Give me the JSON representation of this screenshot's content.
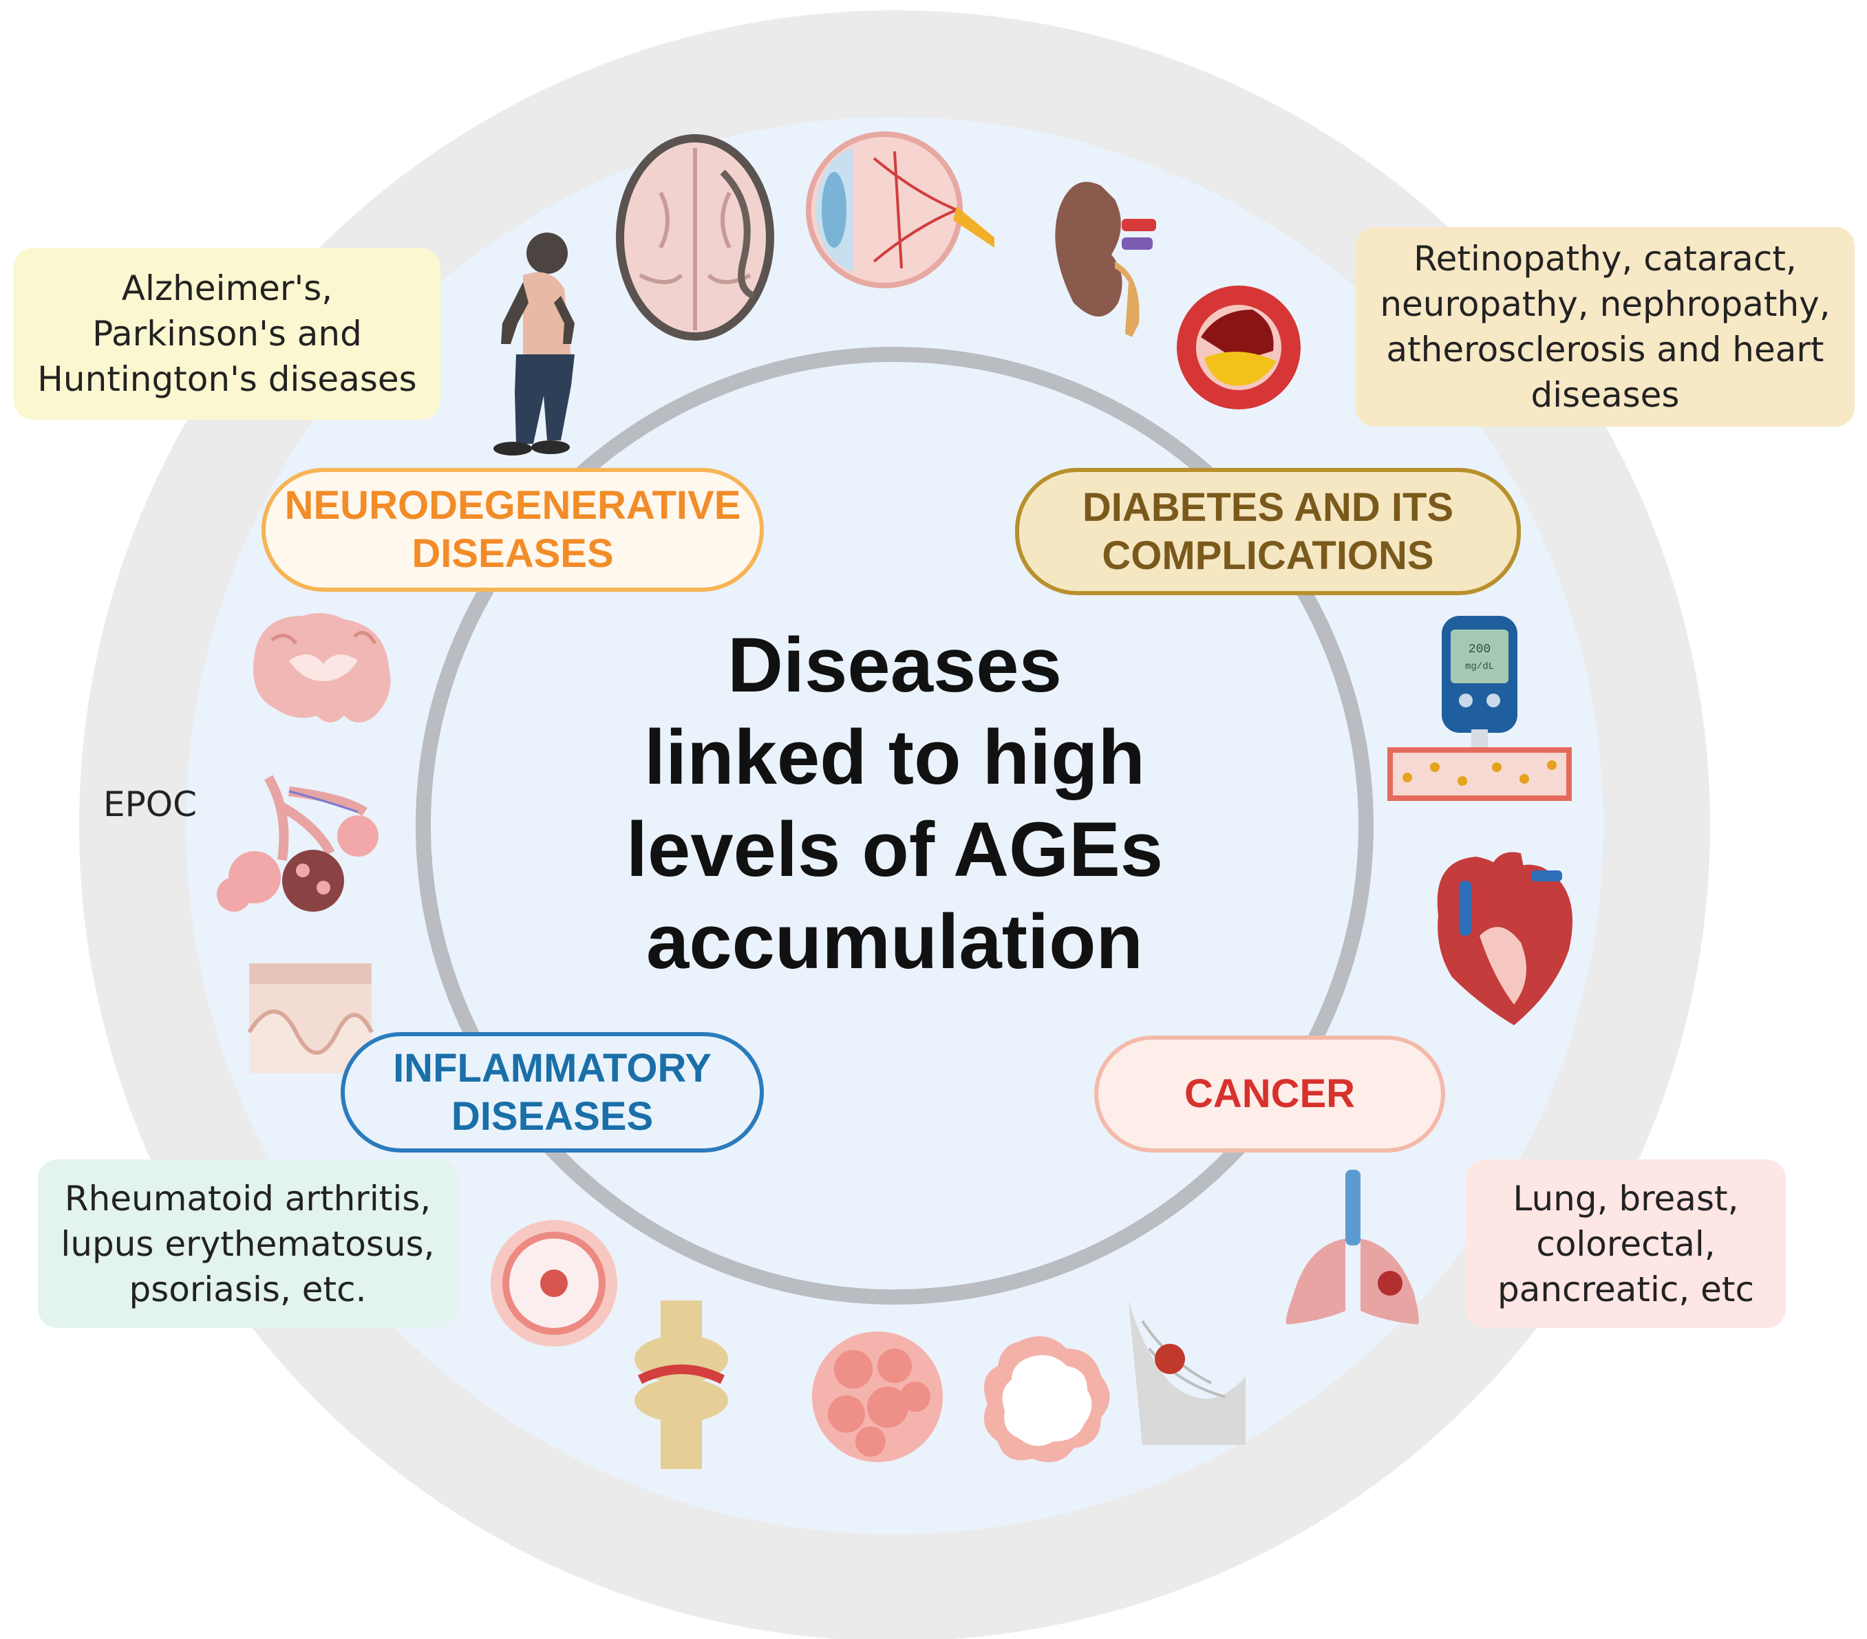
{
  "center_title": {
    "lines": [
      "Diseases",
      "linked to high",
      "levels of AGEs",
      "accumulation"
    ]
  },
  "categories": {
    "neurodegenerative": {
      "lines": [
        "NEURODEGENERATIVE",
        "DISEASES"
      ],
      "color": "#f28c28",
      "fill": "#fff8ee"
    },
    "diabetes": {
      "lines": [
        "DIABETES AND ITS",
        "COMPLICATIONS"
      ],
      "color": "#7a5a1c",
      "fill": "#f6e7c3"
    },
    "inflammatory": {
      "lines": [
        "INFLAMMATORY",
        "DISEASES"
      ],
      "color": "#1a6fa8",
      "fill": "#eaf3fb"
    },
    "cancer": {
      "lines": [
        "CANCER"
      ],
      "color": "#d8312c",
      "fill": "#fdeeea"
    }
  },
  "examples": {
    "neurodegenerative": {
      "lines": [
        "Alzheimer's,",
        "Parkinson's and",
        "Huntington's diseases"
      ],
      "fill": "#fbf7d0"
    },
    "diabetes": {
      "lines": [
        "Retinopathy, cataract,",
        "neuropathy, nephropathy,",
        "atherosclerosis and heart",
        "diseases"
      ],
      "fill": "#f7e8c6"
    },
    "inflammatory": {
      "lines": [
        "Rheumatoid arthritis,",
        "lupus erythematosus,",
        "psoriasis, etc."
      ],
      "fill": "#e3f3ef"
    },
    "cancer": {
      "lines": [
        "Lung, breast,",
        "colorectal,",
        "pancreatic, etc"
      ],
      "fill": "#fde6e4"
    }
  },
  "epoc_label": "EPOC",
  "glucometer_reading": [
    "200",
    "mg/dL"
  ],
  "icons": [
    "walking-elderly-man-icon",
    "brain-icon",
    "eye-icon",
    "kidney-icon",
    "artery-plaque-icon",
    "glucometer-icon",
    "heart-icon",
    "lungs-tumor-icon",
    "breast-tumor-icon",
    "tumor-cell-icon",
    "cell-cluster-icon",
    "knee-joint-icon",
    "skin-lesion-icon",
    "skin-layer-icon",
    "alveoli-icon",
    "brain-coronal-icon"
  ]
}
